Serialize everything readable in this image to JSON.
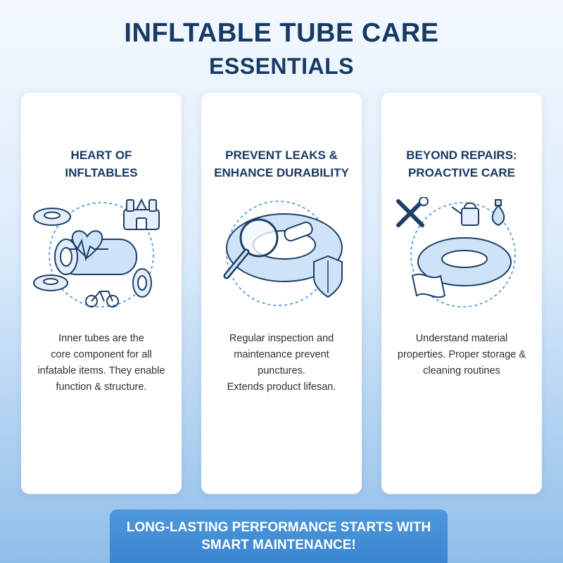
{
  "title": {
    "line1": "INFLTABLE TUBE CARE",
    "line2": "ESSENTIALS"
  },
  "cards": [
    {
      "heading": "HEART OF\nINFLTABLES",
      "icons": [
        "inner-tube-icon",
        "bounce-castle-icon",
        "heart-pulse-icon",
        "tire-icon",
        "bicycle-icon"
      ],
      "body": "Inner tubes are the\ncore component for all\ninfatable items. They enable\nfunction & structure."
    },
    {
      "heading": "PREVENT LEAKS &\nENHANCE DURABILITY",
      "icons": [
        "inflatable-ring-icon",
        "magnifying-glass-icon",
        "patch-bandage-icon",
        "shield-icon"
      ],
      "body": "Regular inspection and\nmaintenance prevent\npunctures.\nExtends product lifesan."
    },
    {
      "heading": "BEYOND REPAIRS:\nPROACTIVE CARE",
      "icons": [
        "wrench-screwdriver-icon",
        "watering-can-icon",
        "droplet-bottle-icon",
        "inner-tube-icon",
        "cloth-icon"
      ],
      "body": "Understand material\nproperties. Proper storage &\ncleaning routines"
    }
  ],
  "banner": {
    "text": "LONG-LASTING PERFORMANCE STARTS WITH\nSMART MAINTENANCE!"
  },
  "colors": {
    "title": "#163a63",
    "accent": "#3a86d0",
    "icon_stroke": "#1d3f66",
    "icon_fill": "#cfe3f8"
  }
}
